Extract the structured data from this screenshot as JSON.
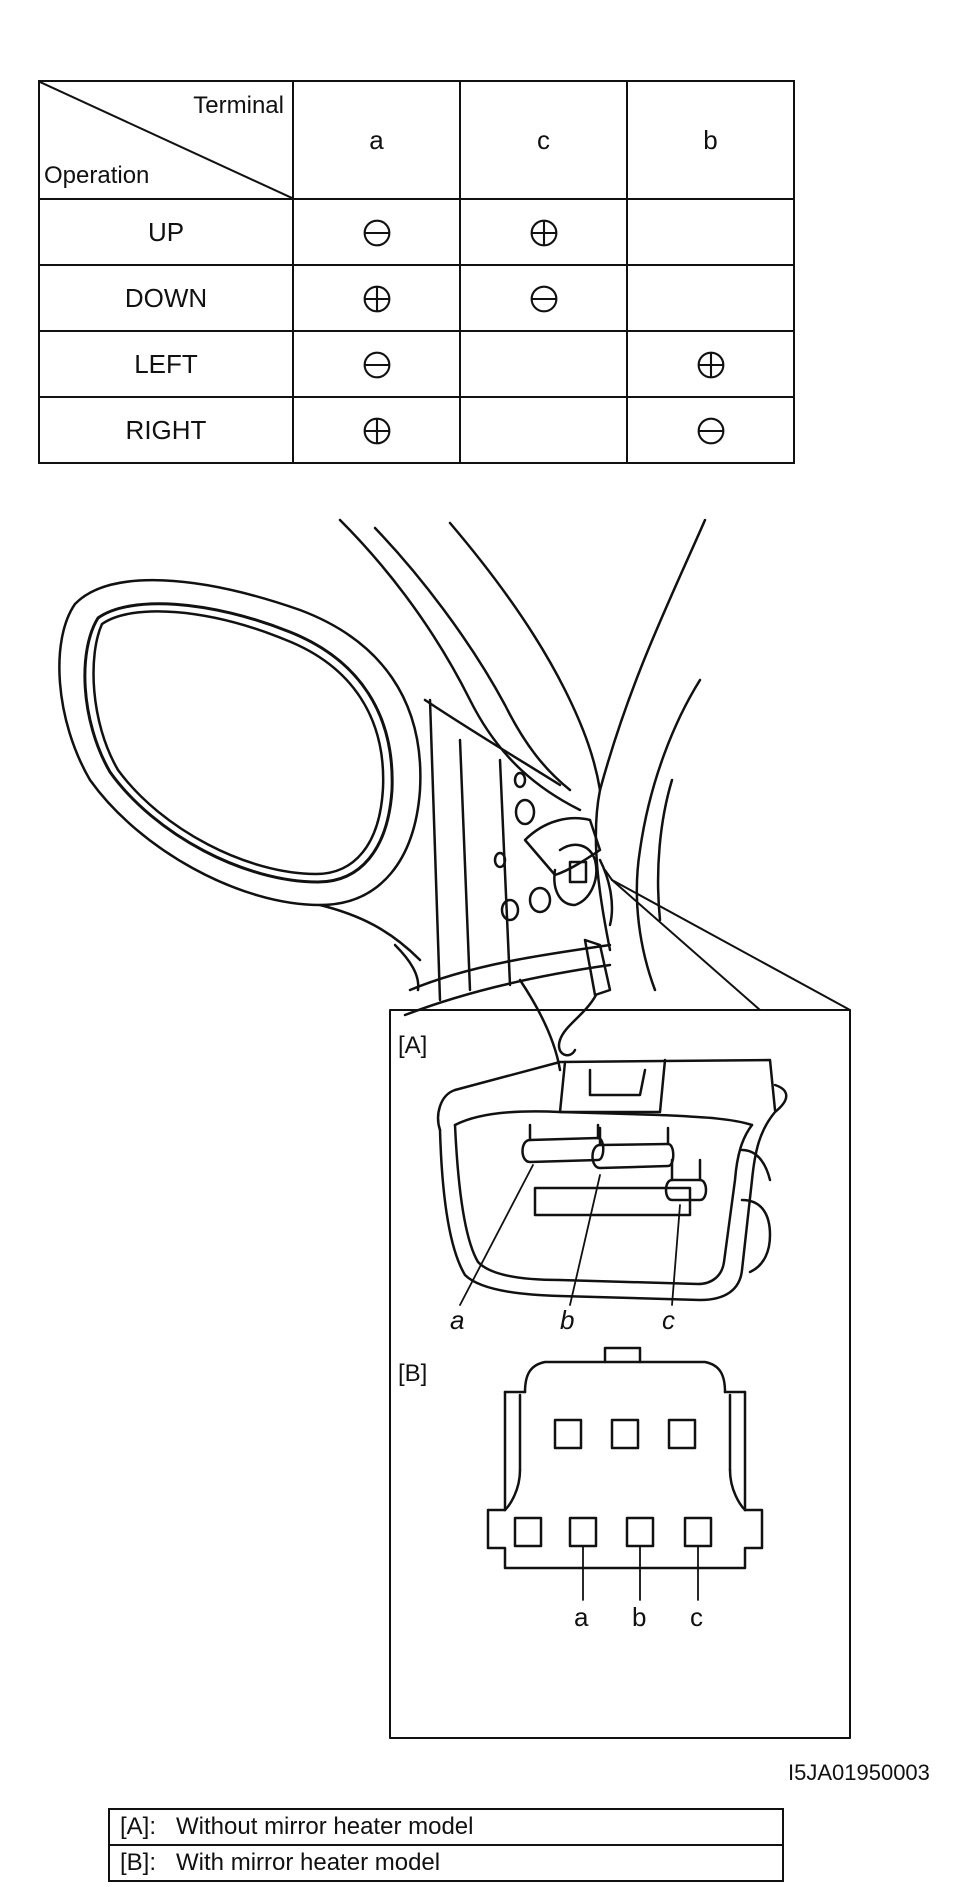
{
  "table": {
    "header_terminal": "Terminal",
    "header_operation": "Operation",
    "columns": [
      "a",
      "c",
      "b"
    ],
    "rows": [
      {
        "op": "UP",
        "cells": [
          "minus",
          "plus",
          ""
        ]
      },
      {
        "op": "DOWN",
        "cells": [
          "plus",
          "minus",
          ""
        ]
      },
      {
        "op": "LEFT",
        "cells": [
          "minus",
          "",
          "plus"
        ]
      },
      {
        "op": "RIGHT",
        "cells": [
          "plus",
          "",
          "minus"
        ]
      }
    ]
  },
  "diagram": {
    "label_a_box": "[A]",
    "label_b_box": "[B]",
    "pins_a": [
      "a",
      "b",
      "c"
    ],
    "pins_b": [
      "a",
      "b",
      "c"
    ]
  },
  "figure_code": "I5JA01950003",
  "legend": [
    {
      "key": "[A]:",
      "text": "Without mirror heater model"
    },
    {
      "key": "[B]:",
      "text": "With mirror heater model"
    }
  ]
}
